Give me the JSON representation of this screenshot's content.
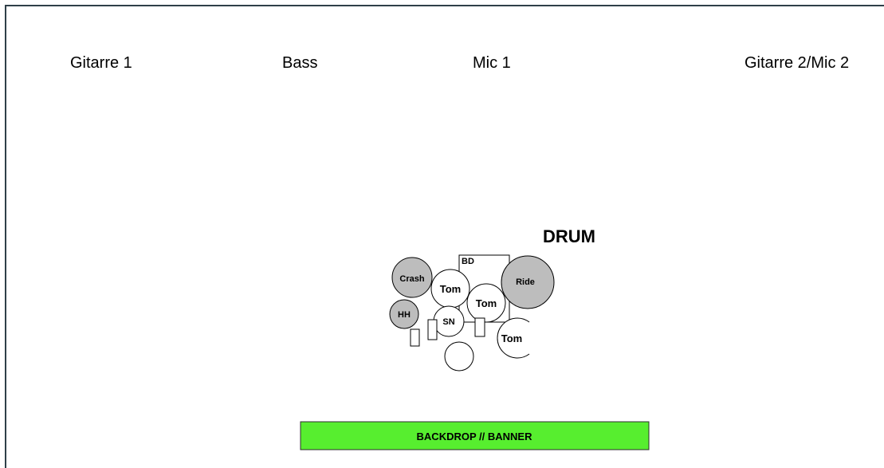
{
  "positions": {
    "guitar1": "Gitarre 1",
    "bass": "Bass",
    "mic1": "Mic 1",
    "guitar2": "Gitarre 2/Mic 2"
  },
  "drum": {
    "title": "DRUM",
    "bass_drum": "BD",
    "crash": "Crash",
    "ride": "Ride",
    "hihat": "HH",
    "snare": "SN",
    "tom1": "Tom",
    "tom2": "Tom",
    "tom3": "Tom"
  },
  "backdrop": {
    "label": "BACKDROP // BANNER"
  },
  "colors": {
    "cymbal_fill": "#bdbdbd",
    "banner_fill": "#57ee2f",
    "frame_border": "#2f3f48"
  }
}
